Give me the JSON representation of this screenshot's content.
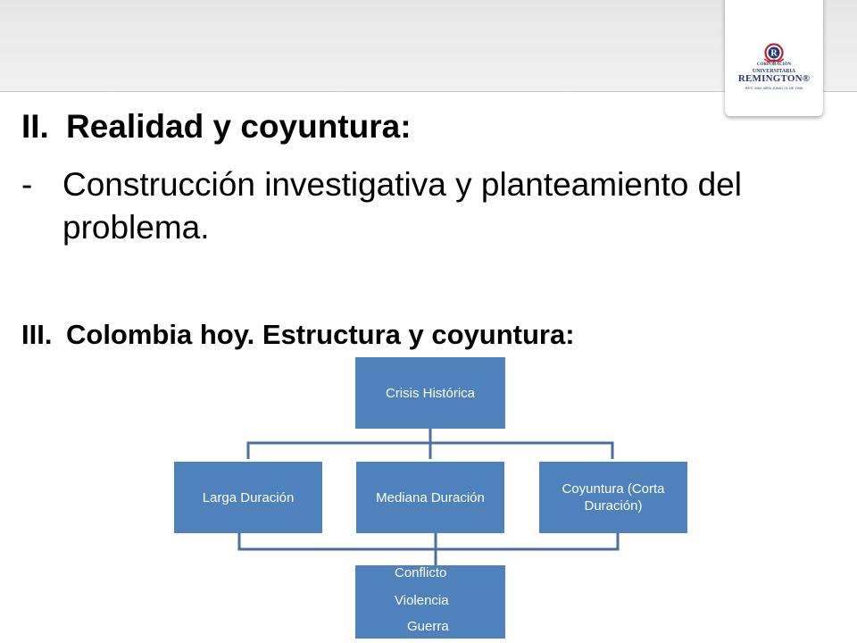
{
  "logo": {
    "line1": "CORPORACIÓN",
    "line2": "UNIVERSITARIA",
    "line3": "REMINGTON®",
    "line4": "RES. 2661 MEN JUNIO 21 DE 1996"
  },
  "section2": {
    "number": "II.",
    "title": "Realidad y coyuntura:"
  },
  "bullet": {
    "marker": "-",
    "text": "Construcción investigativa y planteamiento del problema."
  },
  "section3": {
    "number": "III.",
    "title": "Colombia hoy. Estructura y coyuntura:"
  },
  "diagram": {
    "top": "Crisis Histórica",
    "middle": [
      "Larga Duración",
      "Mediana Duración",
      "Coyuntura (Corta Duración)"
    ],
    "bottom": [
      "Conflicto",
      "Violencia",
      "Guerra"
    ],
    "colors": {
      "box": "#4f81bd",
      "connector": "#4a6fa0"
    }
  }
}
